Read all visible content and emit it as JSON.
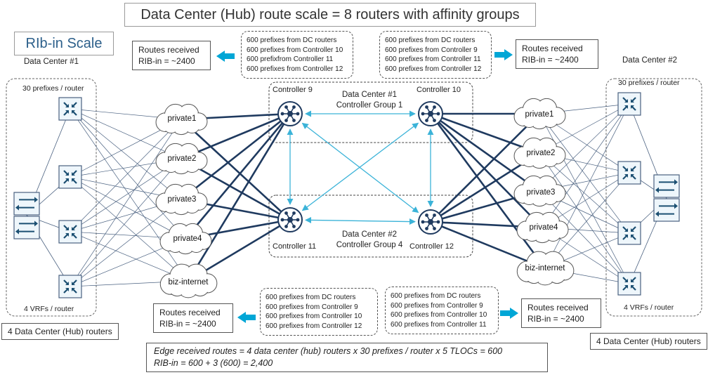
{
  "title": "Data Center (Hub) route scale = 8 routers with affinity groups",
  "rib_scale_label": "RIb-in Scale",
  "dc1": {
    "name": "Data Center #1",
    "prefixes": "30 prefixes / router",
    "vrfs": "4 VRFs / router",
    "hubs": "4 Data Center (Hub) routers"
  },
  "dc2": {
    "name": "Data Center #2",
    "prefixes": "30 prefixes / router",
    "vrfs": "4 VRFs / router",
    "hubs": "4 Data Center (Hub) routers"
  },
  "groups": {
    "g1": {
      "line1": "Data Center #1",
      "line2": "Controller Group 1"
    },
    "g4": {
      "line1": "Data Center #2",
      "line2": "Controller Group 4"
    }
  },
  "controllers": {
    "c9": "Controller 9",
    "c10": "Controller 10",
    "c11": "Controller 11",
    "c12": "Controller 12"
  },
  "clouds_left": [
    "private1",
    "private2",
    "private3",
    "private4",
    "biz-internet"
  ],
  "clouds_right": [
    "private1",
    "private2",
    "private3",
    "private4",
    "biz-internet"
  ],
  "prefix_boxes": {
    "top_left": [
      "600 prefixes from DC routers",
      "600 prefixes from Controller 10",
      "600 prefixfrom Controller 11",
      "600 prefixes from Controller 12"
    ],
    "top_right": [
      "600 prefixes from DC routers",
      "600 prefixes from Controller 9",
      "600 prefixes from Controller 11",
      "600 prefixes from  Controller 12"
    ],
    "bottom_left": [
      "600 prefixes from DC routers",
      "600 prefixes from Controller 9",
      "600 prefixes from Controller 10",
      "600 prefixes from Controller 12"
    ],
    "bottom_right": [
      "600 prefixes from DC routers",
      "600 prefixes from Controller 9",
      "600 prefixes from Controller 10",
      "600 prefixes from Controller 11"
    ]
  },
  "routes_received": {
    "line1": "Routes received",
    "line2": "RIB-in = ~2400"
  },
  "edge": {
    "line1": "Edge received routes  = 4 data center (hub) routers  x 30 prefixes / router x 5 TLOCs = 600",
    "line2": "RIB-in = 600 + 3 (600) = 2,400"
  },
  "colors": {
    "accent": "#00a6d6",
    "link": "#1f3a5f",
    "thin": "#4a6180",
    "cross": "#3bb3d8"
  }
}
